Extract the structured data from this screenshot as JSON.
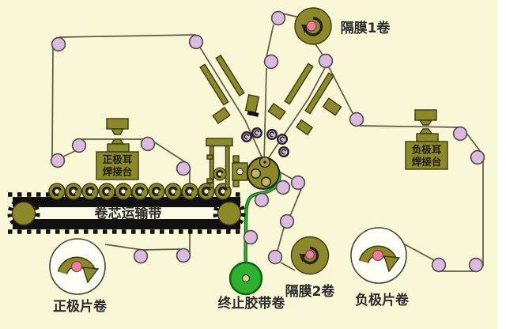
{
  "labels": {
    "separator_roll_1": "隔膜1卷",
    "separator_roll_2": "隔膜2卷",
    "termination_tape_roll": "终止胶带卷",
    "positive_electrode_roll": "正极片卷",
    "negative_electrode_roll": "负极片卷",
    "core_conveyor_belt": "卷芯运输带",
    "positive_tab_station_line1": "正极耳",
    "positive_tab_station_line2": "焊接台",
    "negative_tab_station_line1": "负极耳",
    "negative_tab_station_line2": "焊接台"
  },
  "icons": {
    "rotation_arrow": "curved-rotation-arrow",
    "guide_roller": "circle-roller",
    "conveyor_roller": "toothed-conveyor-roller"
  },
  "colors": {
    "bg": "#faf7d6",
    "olive": "#8d8829",
    "oliveBorder": "#3a3a14",
    "lav": "#ddb9e0",
    "lavBorder": "#4a4a4a",
    "pink": "#ef8099",
    "pinkBorder": "#7c4452",
    "line": "#5b5b46",
    "green": "#2eb12e",
    "greenDark": "#156015",
    "belt": "#101010",
    "text": "#2b2b2b",
    "white": "#fffef4"
  }
}
